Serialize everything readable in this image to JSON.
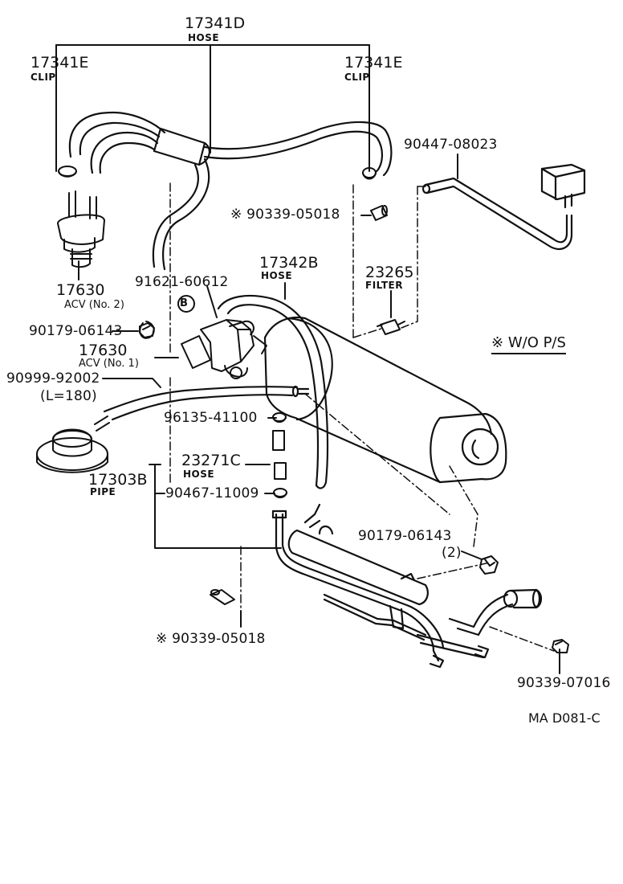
{
  "diagram_code": "MA D081-C",
  "note": {
    "symbol": "※",
    "text": "W/O P/S"
  },
  "circle_marker": "B",
  "parts": {
    "hose_top": {
      "number": "17341D",
      "name": "HOSE"
    },
    "clip_left": {
      "number": "17341E",
      "name": "CLIP"
    },
    "clip_right": {
      "number": "17341E",
      "name": "CLIP"
    },
    "hose_right_top": {
      "number": "90447-08023"
    },
    "plug_upper": {
      "mark": "※",
      "number": "90339-05018"
    },
    "acv_no2": {
      "number": "17630",
      "name": "ACV (No. 2)"
    },
    "bolt_91621": {
      "number": "91621-60612"
    },
    "hose_17342b": {
      "number": "17342B",
      "name": "HOSE"
    },
    "filter": {
      "number": "23265",
      "name": "FILTER"
    },
    "nut_left": {
      "number": "90179-06143"
    },
    "acv_no1": {
      "number": "17630",
      "name": "ACV (No. 1)"
    },
    "hose_90999": {
      "number": "90999-92002",
      "length": "(L=180)"
    },
    "clip_96135": {
      "number": "96135-41100"
    },
    "hose_23271c": {
      "number": "23271C",
      "name": "HOSE"
    },
    "pipe_17303b": {
      "number": "17303B",
      "name": "PIPE"
    },
    "clip_90467": {
      "number": "90467-11009"
    },
    "nut_right": {
      "number": "90179-06143",
      "qty": "(2)"
    },
    "plug_lower": {
      "mark": "※",
      "number": "90339-05018"
    },
    "plug_90339_07016": {
      "number": "90339-07016"
    }
  }
}
